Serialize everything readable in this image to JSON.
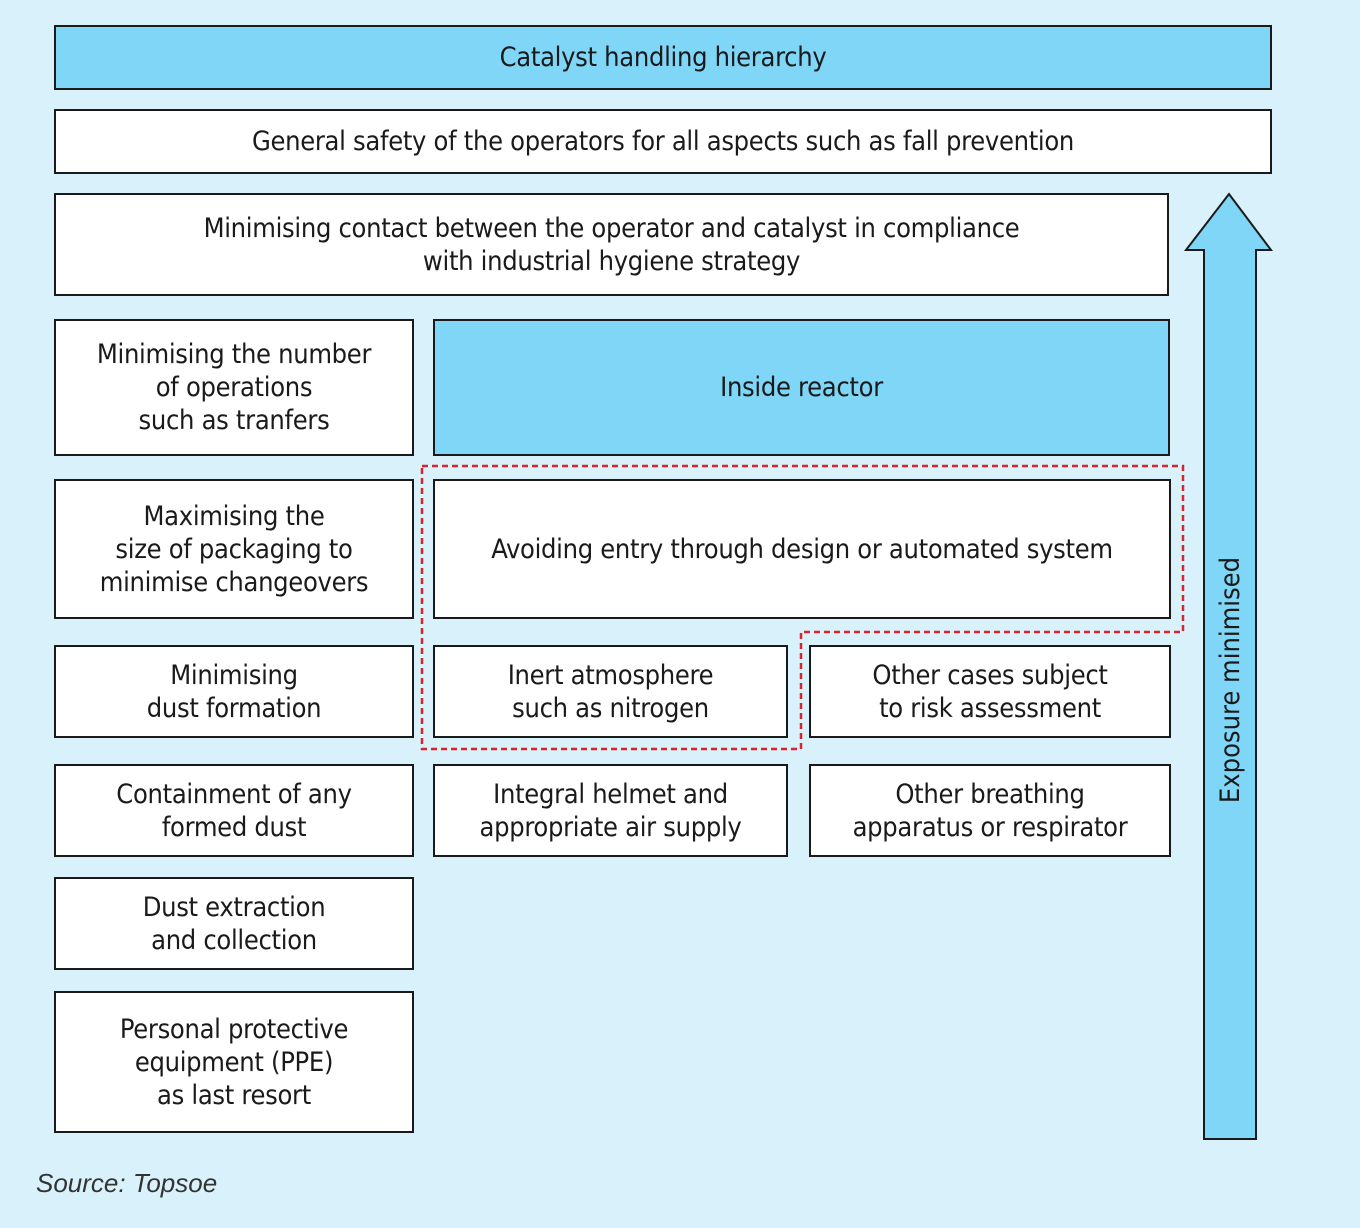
{
  "title": "Catalyst handling hierarchy",
  "general_safety": "General safety of the operators for all aspects such as fall prevention",
  "minimising_contact": "Minimising contact between the operator and catalyst in compliance\nwith industrial hygiene strategy",
  "left_column": [
    "Minimising the number\nof operations\nsuch as tranfers",
    "Maximising the\nsize of packaging to\nminimise changeovers",
    "Minimising\ndust formation",
    "Containment of any\nformed dust",
    "Dust extraction\nand collection",
    "Personal protective\nequipment (PPE)\nas last resort"
  ],
  "inside_reactor": "Inside reactor",
  "avoiding_entry": "Avoiding entry through design or automated system",
  "inert_atmosphere": "Inert atmosphere\nsuch as nitrogen",
  "other_cases": "Other cases subject\nto risk assessment",
  "integral_helmet": "Integral helmet and\nappropriate air supply",
  "other_breathing": "Other breathing\napparatus or respirator",
  "arrow_label": "Exposure minimised",
  "source": "Source: Topsoe",
  "colors": {
    "background": "#d9f1fb",
    "accent_blue": "#7fd6f7",
    "dashed_outline": "#d9232d"
  }
}
